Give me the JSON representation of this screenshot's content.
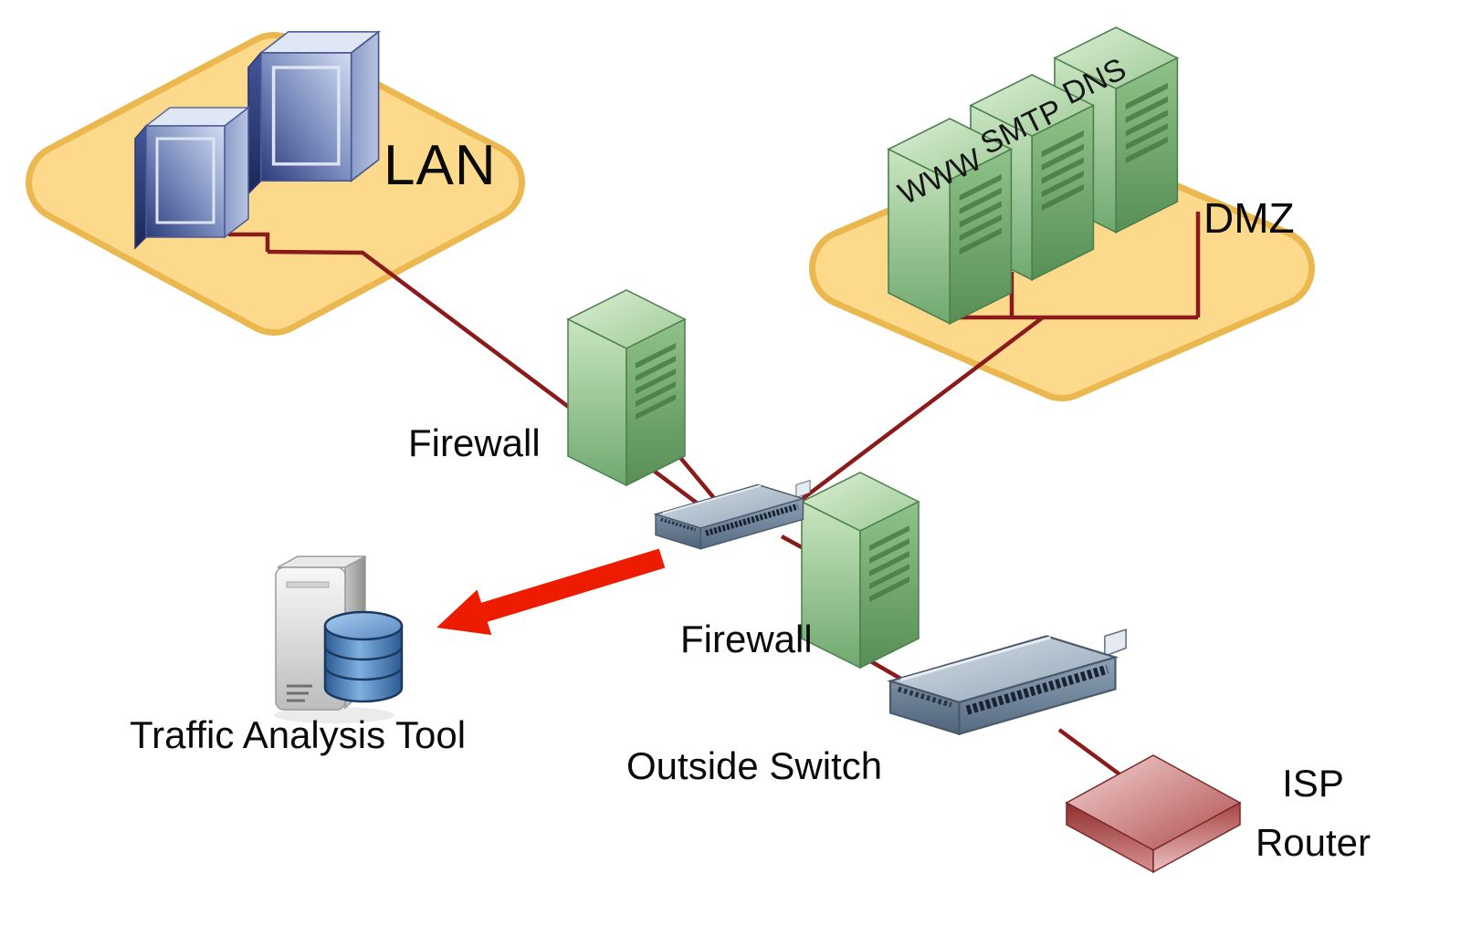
{
  "diagram": {
    "zones": {
      "lan": {
        "label": "LAN"
      },
      "dmz": {
        "label": "DMZ"
      }
    },
    "servers": {
      "www": {
        "label": "WWW"
      },
      "smtp": {
        "label": "SMTP"
      },
      "dns": {
        "label": "DNS"
      }
    },
    "devices": {
      "inner_firewall": {
        "label": "Firewall"
      },
      "outer_firewall": {
        "label": "Firewall"
      },
      "outside_switch": {
        "label": "Outside Switch"
      },
      "isp_router": {
        "label_top": "ISP",
        "label_bottom": "Router"
      },
      "traffic_tool": {
        "label": "Traffic Analysis Tool"
      }
    },
    "colors": {
      "zone_fill": "#fcd98b",
      "zone_border": "#eab84e",
      "connection_line": "#8b1a1a",
      "arrow_red": "#ed1c00",
      "server_green": "#74ad74",
      "switch_blue": "#8ca0b6",
      "router_red": "#b24e4e",
      "database_blue": "#2c5a92"
    }
  }
}
